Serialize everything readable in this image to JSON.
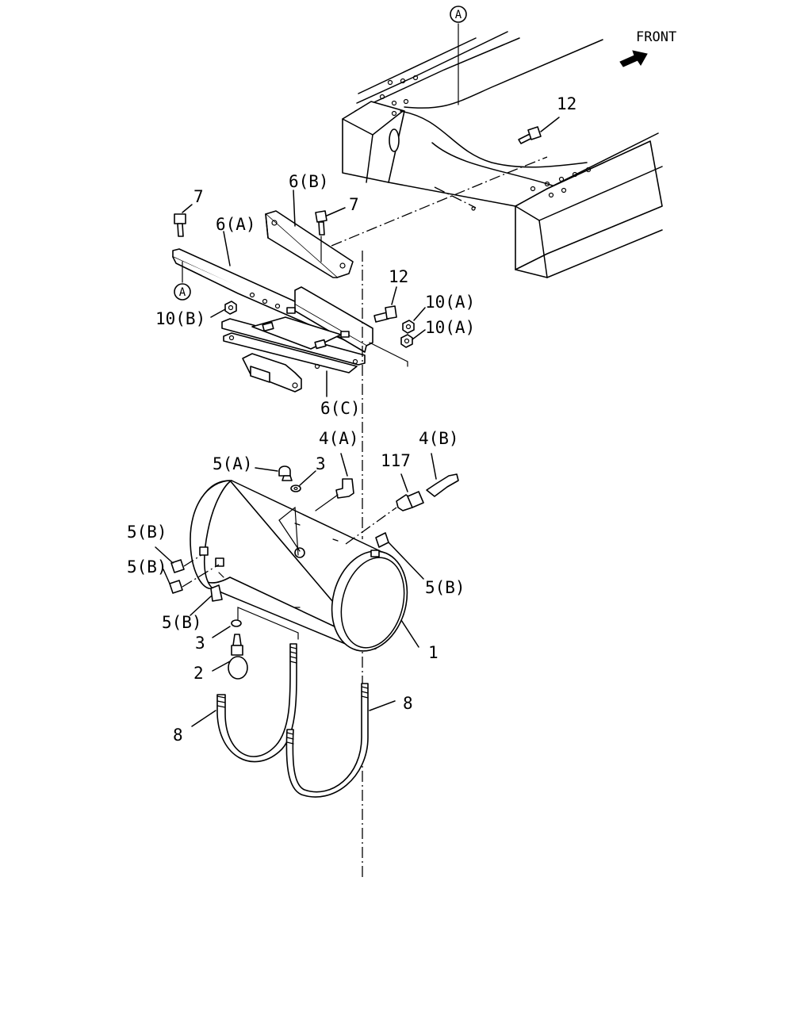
{
  "direction_label": "FRONT",
  "reference_marker": "A",
  "callouts": {
    "frame_bolt": "12",
    "bolt_left": "7",
    "bolt_right": "7",
    "bracket_a": "6(A)",
    "bracket_b": "6(B)",
    "bracket_c": "6(C)",
    "nut_b": "10(B)",
    "bolt_12": "12",
    "nut_a_1": "10(A)",
    "nut_a_2": "10(A)",
    "elbow_a": "4(A)",
    "elbow_b": "4(B)",
    "plug_a": "5(A)",
    "washer_top": "3",
    "connector": "117",
    "plug_b_1": "5(B)",
    "plug_b_2": "5(B)",
    "plug_b_3": "5(B)",
    "plug_b_4": "5(B)",
    "tank": "1",
    "washer_bottom": "3",
    "drain_valve": "2",
    "u_bolt_left": "8",
    "u_bolt_right": "8"
  },
  "colors": {
    "ink": "#000000",
    "paper": "#ffffff"
  },
  "icons": {
    "direction": "front-arrow-icon",
    "reference": "circled-a-icon"
  }
}
